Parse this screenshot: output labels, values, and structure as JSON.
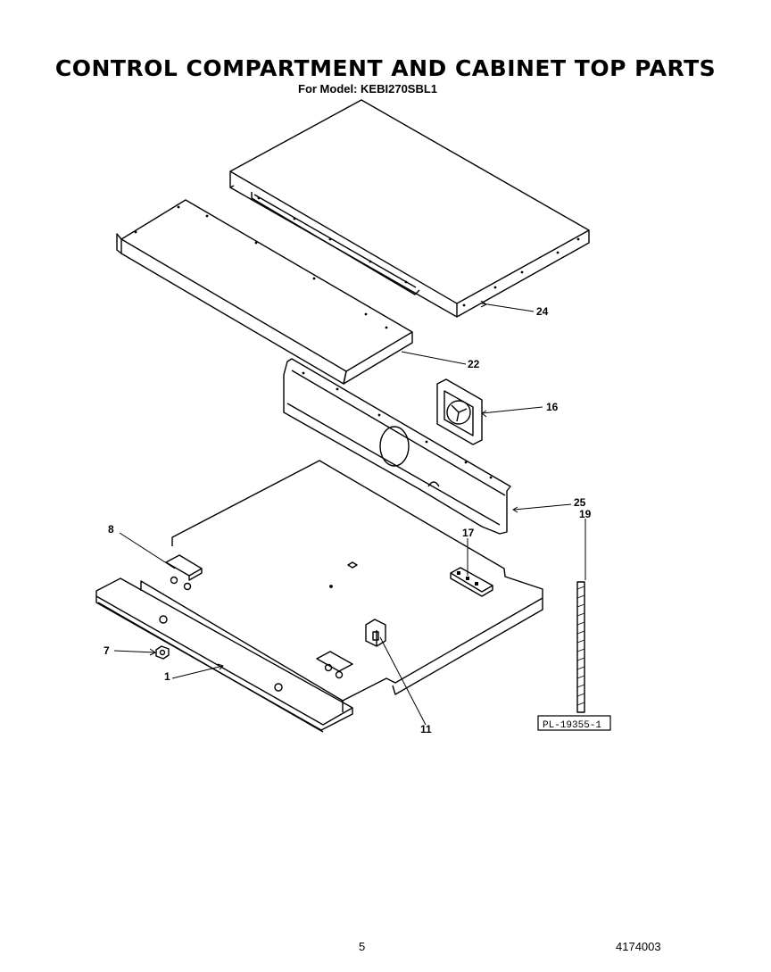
{
  "title": "CONTROL COMPARTMENT  AND CABINET TOP PARTS",
  "subtitle": "For Model: KEBI270SBL1",
  "page_number": "5",
  "document_number": "4174003",
  "plate_id": "PL-19355-1",
  "callouts": {
    "c24": "24",
    "c22": "22",
    "c16": "16",
    "c25": "25",
    "c19": "19",
    "c17": "17",
    "c8": "8",
    "c7": "7",
    "c1": "1",
    "c11": "11"
  }
}
